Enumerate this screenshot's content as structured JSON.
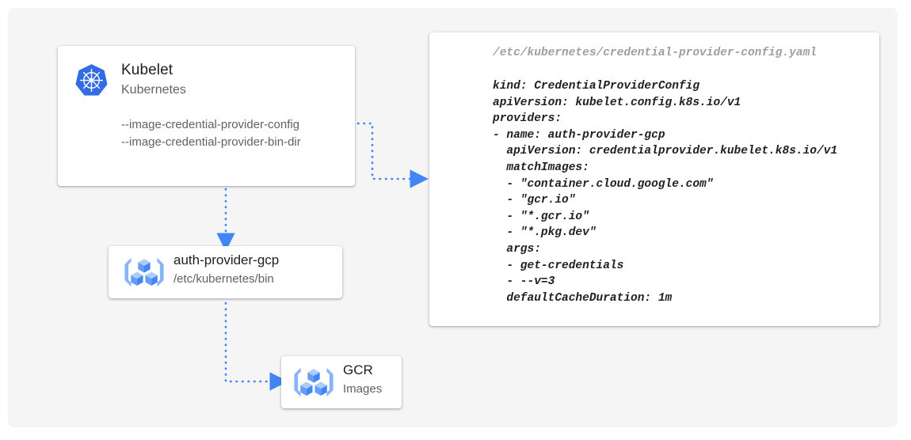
{
  "theme": {
    "page_background": "#ffffff",
    "canvas_background": "#f5f5f5",
    "card_background": "#ffffff",
    "accent_blue": "#4285f4",
    "kubernetes_blue": "#326ce5",
    "icon_light_blue": "#8ab4f8",
    "text_primary": "#202124",
    "text_secondary": "#5f6368",
    "text_muted": "#9aa0a6"
  },
  "kubelet_card": {
    "icon": "kubernetes-helm-icon",
    "title": "Kubelet",
    "subtitle": "Kubernetes",
    "flags": [
      "--image-credential-provider-config",
      "--image-credential-provider-bin-dir"
    ]
  },
  "auth_provider_card": {
    "icon": "container-registry-icon",
    "title": "auth-provider-gcp",
    "subtitle": "/etc/kubernetes/bin"
  },
  "gcr_card": {
    "icon": "container-registry-icon",
    "title": "GCR",
    "subtitle": "Images"
  },
  "yaml_card": {
    "path": "/etc/kubernetes/credential-provider-config.yaml",
    "lines": [
      "kind: CredentialProviderConfig",
      "apiVersion: kubelet.config.k8s.io/v1",
      "providers:",
      "- name: auth-provider-gcp",
      "  apiVersion: credentialprovider.kubelet.k8s.io/v1",
      "  matchImages:",
      "  - \"container.cloud.google.com\"",
      "  - \"gcr.io\"",
      "  - \"*.gcr.io\"",
      "  - \"*.pkg.dev\"",
      "  args:",
      "  - get-credentials",
      "  - --v=3",
      "  defaultCacheDuration: 1m"
    ]
  },
  "connectors": [
    {
      "name": "kubelet-config-to-yaml",
      "from": "kubelet-config-flag",
      "to": "yaml-card",
      "style": "dotted",
      "arrow": "right"
    },
    {
      "name": "kubelet-to-auth-provider",
      "from": "kubelet-card",
      "to": "auth-provider-card",
      "style": "dotted",
      "arrow": "down"
    },
    {
      "name": "auth-provider-to-gcr",
      "from": "auth-provider-card",
      "to": "gcr-card",
      "style": "dotted",
      "arrow": "right"
    }
  ]
}
